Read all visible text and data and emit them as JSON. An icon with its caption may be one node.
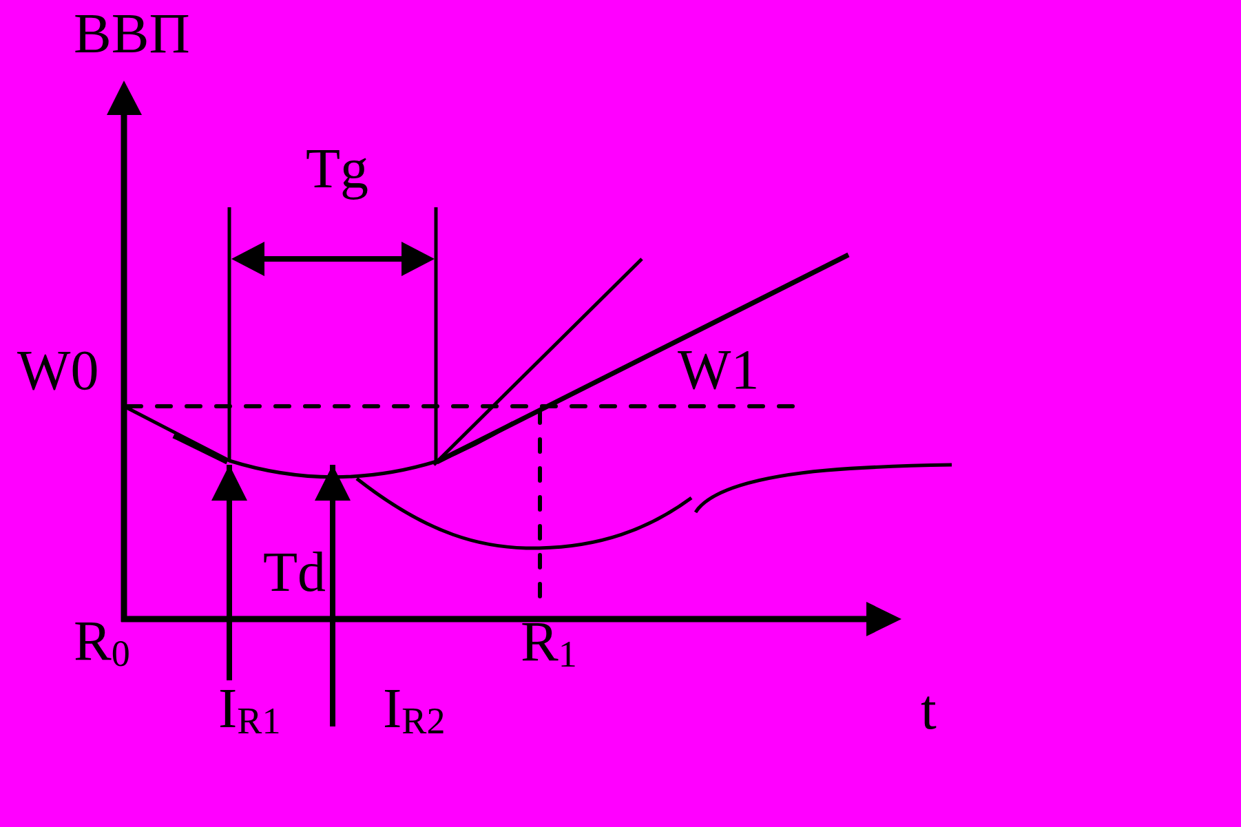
{
  "diagram": {
    "nodes": [
      {
        "text": [
          "I$_{R1}$"
        ]
      },
      {
        "text": [
          "I$_{R2}$"
        ]
      }
    ],
    "edges": [
      {
        "from": 0,
        "to": null,
        "arrow": "to"
      },
      {
        "from": 1,
        "to": null,
        "arrow": "to"
      }
    ],
    "labels": [
      "ВВП",
      "Tg",
      "W0",
      "W1",
      "Td",
      "R$_{0}$",
      "R$_{1}$",
      "t"
    ]
  }
}
